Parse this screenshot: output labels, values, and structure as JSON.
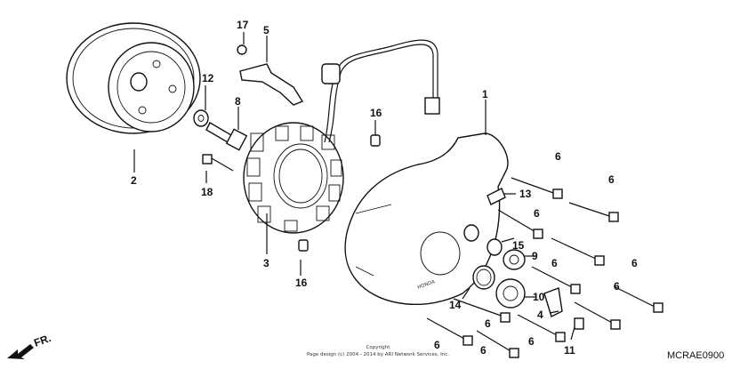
{
  "diagram": {
    "callouts": [
      "1",
      "2",
      "3",
      "4",
      "5",
      "6",
      "8",
      "9",
      "10",
      "11",
      "12",
      "13",
      "14",
      "15",
      "16",
      "17",
      "18"
    ],
    "ref_code": "MCRAE0900",
    "copyright_line1": "Copyright",
    "copyright_line2": "Page design (c) 2004 - 2014 by ARI Network Services, Inc.",
    "front_label": "FR.",
    "brand_mark": "HONDA"
  }
}
